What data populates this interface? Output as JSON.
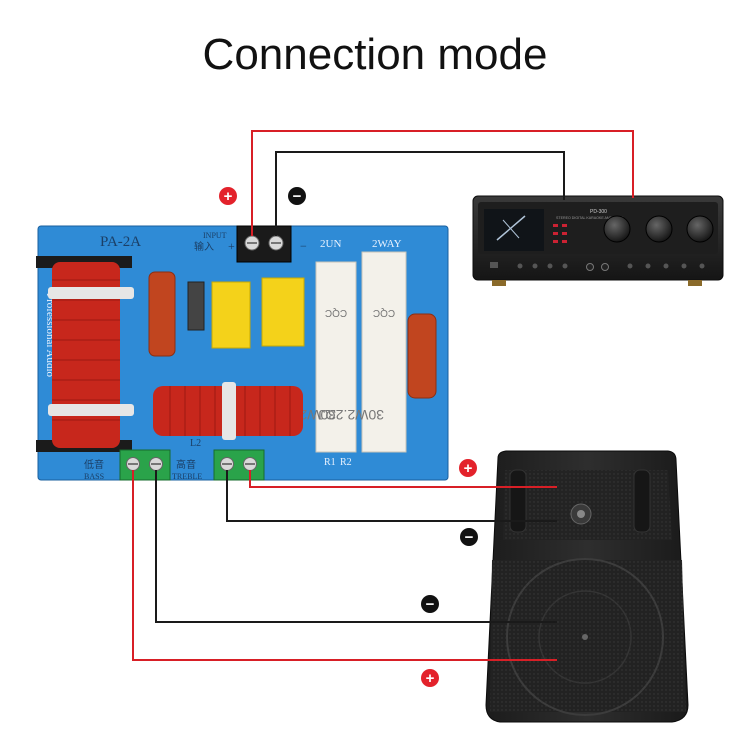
{
  "title": "Connection mode",
  "board": {
    "model": "PA-2A",
    "input_label": "INPUT",
    "input_cn": "输入",
    "plus": "+",
    "minus": "−",
    "way_label_left": "2UN",
    "way_label_right": "2WAY",
    "side_text": "Professional Audio",
    "resistor_1": "30W2.2ΩJ",
    "resistor_2": "30W2.2ΩJ",
    "resistor_brand": "CQC",
    "bass_cn": "低音",
    "bass_label": "BASS",
    "treble_cn": "高音",
    "treble_label": "TREBLE",
    "r1": "R1",
    "r2": "R2",
    "l2": "L2"
  },
  "amplifier": {
    "model": "PD-300",
    "subtitle": "STEREO DIGITAL KARAOKE AMPLIFIER"
  },
  "polarity": {
    "plus_glyph": "+",
    "minus_glyph": "−"
  },
  "colors": {
    "positive_wire": "#d81f26",
    "negative_wire": "#1a1a1a",
    "pcb": "#2f8bd6",
    "coil": "#c7271c",
    "capacitor_yellow": "#f4d21a",
    "terminal_green": "#2aa34a"
  }
}
